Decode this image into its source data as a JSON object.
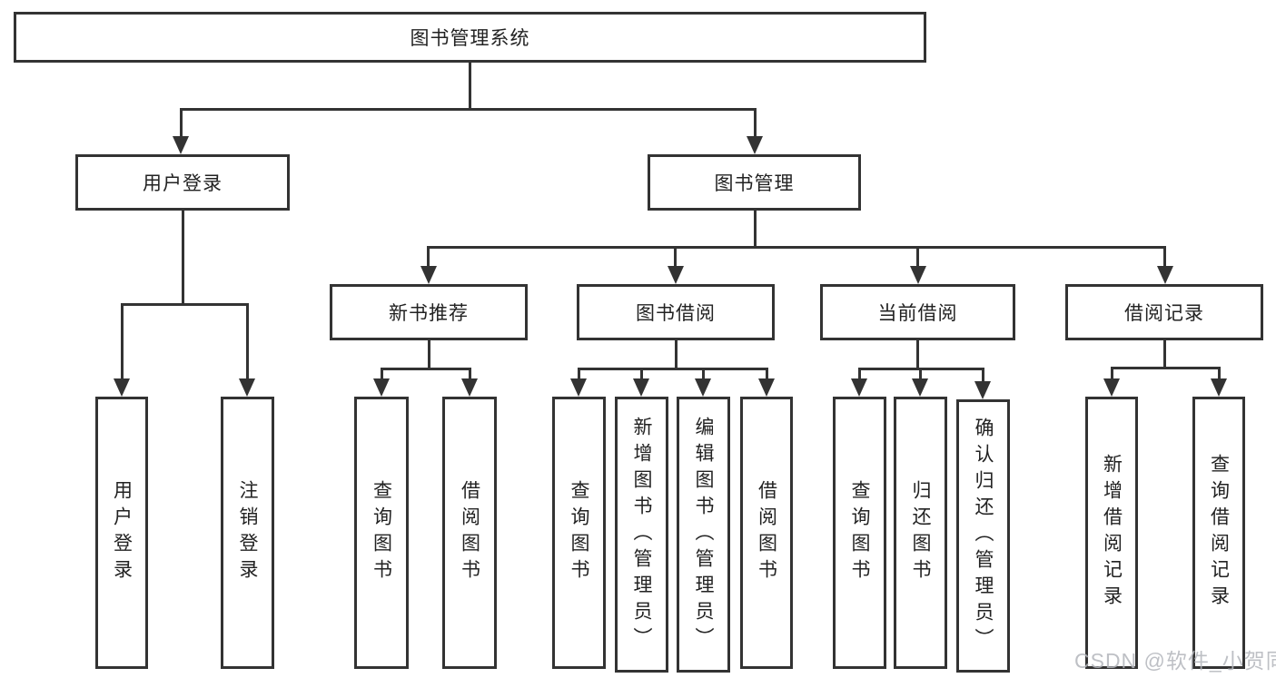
{
  "colors": {
    "line": "#333333",
    "text": "#222222",
    "watermark": "#b3b6bc"
  },
  "diagram": {
    "root": {
      "label": "图书管理系统"
    },
    "children": [
      {
        "label": "用户登录",
        "children": [
          {
            "label": "用户登录"
          },
          {
            "label": "注销登录"
          }
        ]
      },
      {
        "label": "图书管理",
        "children": [
          {
            "label": "新书推荐",
            "children": [
              {
                "label": "查询图书"
              },
              {
                "label": "借阅图书"
              }
            ]
          },
          {
            "label": "图书借阅",
            "children": [
              {
                "label": "查询图书"
              },
              {
                "label": "新增图书（管理员）"
              },
              {
                "label": "编辑图书（管理员）"
              },
              {
                "label": "借阅图书"
              }
            ]
          },
          {
            "label": "当前借阅",
            "children": [
              {
                "label": "查询图书"
              },
              {
                "label": "归还图书"
              },
              {
                "label": "确认归还（管理员）"
              }
            ]
          },
          {
            "label": "借阅记录",
            "children": [
              {
                "label": "新增借阅记录"
              },
              {
                "label": "查询借阅记录"
              }
            ]
          }
        ]
      }
    ]
  },
  "watermark": {
    "text": "CSDN @软件_小贺同学"
  }
}
